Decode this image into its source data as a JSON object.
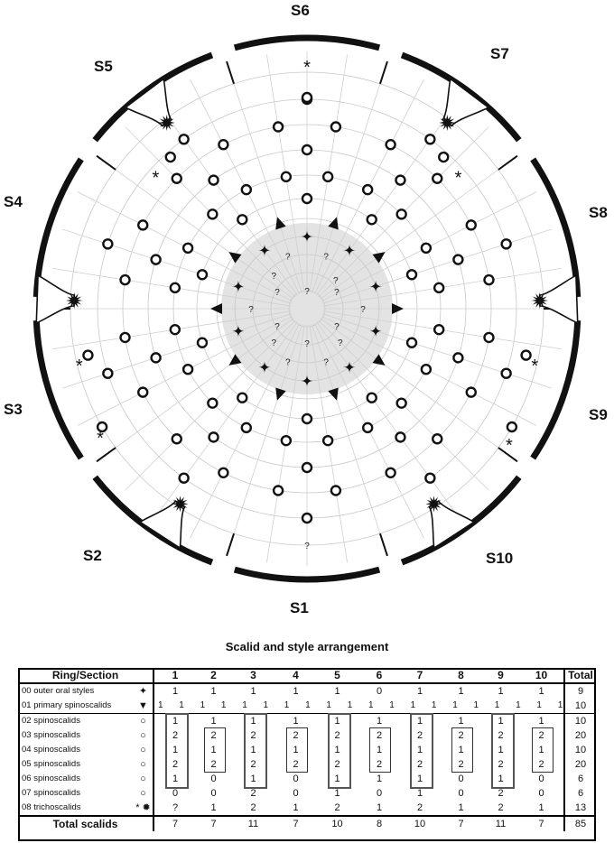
{
  "diagram": {
    "section_labels": [
      "S1",
      "S2",
      "S3",
      "S4",
      "S5",
      "S6",
      "S7",
      "S8",
      "S9",
      "S10"
    ],
    "outer_ring_marks": {
      "style": "*",
      "trichoscalid": "?",
      "unknown": "?"
    },
    "icons": [
      "four-point-star-icon",
      "triangle-icon",
      "circle-ring-icon",
      "asterisk-icon",
      "starburst-icon",
      "question-mark-icon"
    ]
  },
  "table": {
    "title": "Scalid and style arrangement",
    "header_label": "Ring/Section",
    "columns": [
      "1",
      "2",
      "3",
      "4",
      "5",
      "6",
      "7",
      "8",
      "9",
      "10"
    ],
    "total_label": "Total",
    "rows": [
      {
        "label": "00 outer oral styles",
        "symbol": "✦",
        "values": [
          "1",
          "1",
          "1",
          "1",
          "1",
          "0",
          "1",
          "1",
          "1",
          "1"
        ],
        "total": "9"
      },
      {
        "label": "01 primary spinoscalids",
        "symbol": "▼",
        "values": [
          "1",
          "1",
          "1",
          "1",
          "1",
          "1",
          "1",
          "1",
          "1",
          "1",
          "1",
          "1",
          "1",
          "1",
          "1",
          "1",
          "1",
          "1",
          "1",
          "1"
        ],
        "total": "10"
      },
      {
        "label": "02 spinoscalids",
        "symbol": "○",
        "values": [
          "1",
          "1",
          "1",
          "1",
          "1",
          "1",
          "1",
          "1",
          "1",
          "1"
        ],
        "total": "10"
      },
      {
        "label": "03 spinoscalids",
        "symbol": "○",
        "values": [
          "2",
          "2",
          "2",
          "2",
          "2",
          "2",
          "2",
          "2",
          "2",
          "2"
        ],
        "total": "20"
      },
      {
        "label": "04 spinoscalids",
        "symbol": "○",
        "values": [
          "1",
          "1",
          "1",
          "1",
          "1",
          "1",
          "1",
          "1",
          "1",
          "1"
        ],
        "total": "10"
      },
      {
        "label": "05 spinoscalids",
        "symbol": "○",
        "values": [
          "2",
          "2",
          "2",
          "2",
          "2",
          "2",
          "2",
          "2",
          "2",
          "2"
        ],
        "total": "20"
      },
      {
        "label": "06 spinoscalids",
        "symbol": "○",
        "values": [
          "1",
          "0",
          "1",
          "0",
          "1",
          "1",
          "1",
          "0",
          "1",
          "0"
        ],
        "total": "6"
      },
      {
        "label": "07 spinoscalids",
        "symbol": "○",
        "values": [
          "0",
          "0",
          "2",
          "0",
          "1",
          "0",
          "1",
          "0",
          "2",
          "0"
        ],
        "total": "6"
      },
      {
        "label": "08 trichoscalids",
        "symbol": "* ✹",
        "values": [
          "?",
          "1",
          "2",
          "1",
          "2",
          "1",
          "2",
          "1",
          "2",
          "1"
        ],
        "total": "13"
      }
    ],
    "footer": {
      "label": "Total scalids",
      "values": [
        "7",
        "7",
        "11",
        "7",
        "10",
        "8",
        "10",
        "7",
        "11",
        "7"
      ],
      "total": "85"
    }
  }
}
